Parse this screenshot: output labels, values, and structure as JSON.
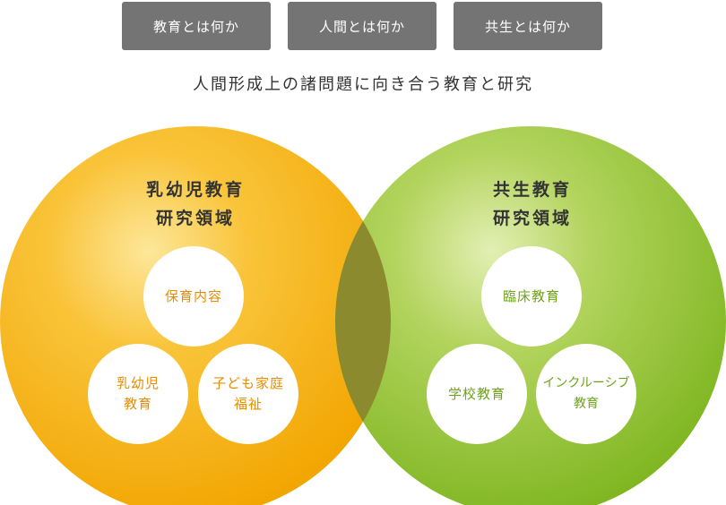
{
  "tabs": [
    {
      "label": "教育とは何か"
    },
    {
      "label": "人間とは何か"
    },
    {
      "label": "共生とは何か"
    }
  ],
  "subtitle": "人間形成上の諸問題に向き合う教育と研究",
  "left_circle": {
    "color": "#f2a900",
    "heading": [
      "乳幼児教育",
      "研究領域"
    ],
    "bubbles": [
      {
        "lines": [
          "保育内容"
        ]
      },
      {
        "lines": [
          "乳幼児",
          "教育"
        ]
      },
      {
        "lines": [
          "子ども家庭",
          "福祉"
        ]
      }
    ]
  },
  "right_circle": {
    "color": "#84bd2a",
    "heading": [
      "共生教育",
      "研究領域"
    ],
    "bubbles": [
      {
        "lines": [
          "臨床教育"
        ]
      },
      {
        "lines": [
          "学校教育"
        ]
      },
      {
        "lines": [
          "インクルーシブ",
          "教育"
        ]
      }
    ]
  },
  "overlap_color": "#8b8a2e"
}
